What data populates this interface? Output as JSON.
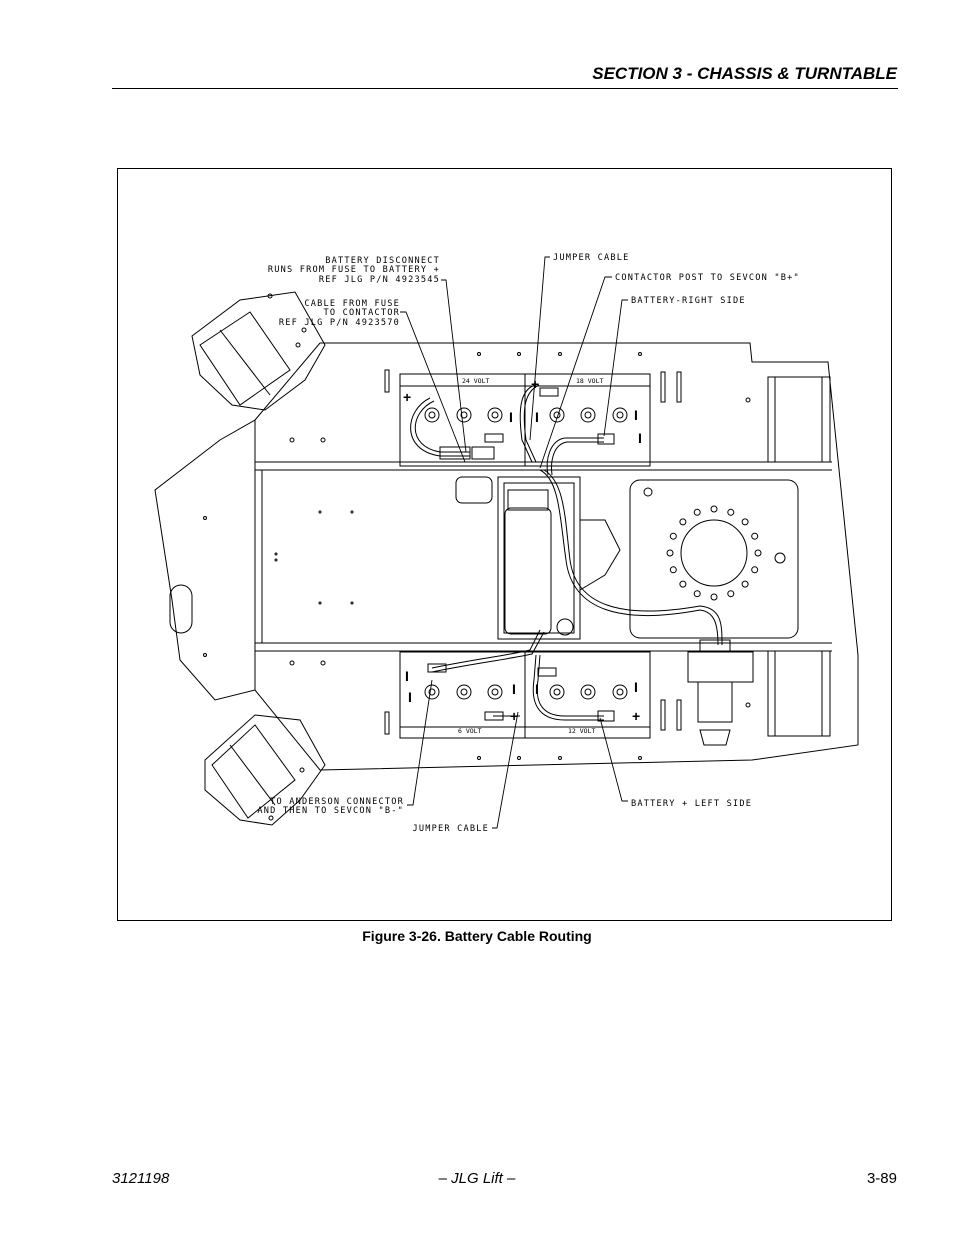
{
  "header": {
    "section_title": "SECTION 3 - CHASSIS & TURNTABLE"
  },
  "figure": {
    "caption": "Figure 3-26.  Battery Cable Routing",
    "callouts": {
      "battery_disconnect": [
        "BATTERY DISCONNECT",
        "RUNS FROM FUSE TO BATTERY +",
        "REF JLG P/N 4923545"
      ],
      "cable_fuse_contactor": [
        "CABLE FROM FUSE",
        "TO CONTACTOR",
        "REF JLG P/N 4923570"
      ],
      "jumper_cable_top": "JUMPER CABLE",
      "contactor_post": "CONTACTOR POST TO SEVCON \"B+\"",
      "battery_right": "BATTERY-RIGHT SIDE",
      "anderson_connector": [
        "TO ANDERSON CONNECTOR",
        "AND THEN TO SEVCON \"B-\""
      ],
      "jumper_cable_bottom": "JUMPER CABLE",
      "battery_left": "BATTERY + LEFT SIDE"
    },
    "battery_labels": {
      "top_left": "24 VOLT",
      "top_right": "18 VOLT",
      "bottom_left": "6 VOLT",
      "bottom_right": "12 VOLT"
    },
    "terminal_symbols": {
      "plus": "+",
      "minus": "I"
    }
  },
  "footer": {
    "doc_number": "3121198",
    "publisher": "– JLG Lift –",
    "page_number": "3-89"
  }
}
